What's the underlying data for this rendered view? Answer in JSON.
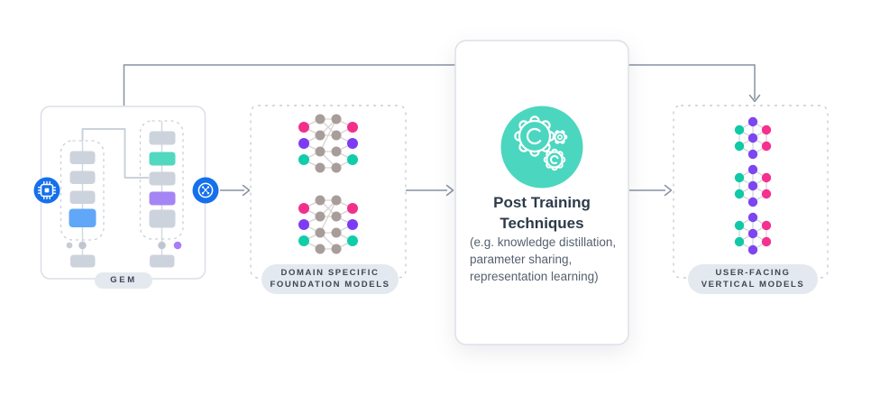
{
  "pipeline": {
    "gem": {
      "label": "GEM",
      "icons": [
        "chip-icon",
        "brain-icon"
      ]
    },
    "domain_specific": {
      "label_lines": [
        "DOMAIN SPECIFIC",
        "FOUNDATION MODELS"
      ],
      "icon": "neural-network-icon",
      "network_count": 2
    },
    "post_training": {
      "title_lines": [
        "Post Training",
        "Techniques"
      ],
      "subtitle_lines": [
        "(e.g. knowledge distillation,",
        "parameter sharing,",
        "representation learning)"
      ],
      "icon": "gears-icon"
    },
    "user_facing": {
      "label_lines": [
        "USER-FACING",
        "VERTICAL MODELS"
      ],
      "icon": "neural-network-icon",
      "network_count": 3
    }
  },
  "colors": {
    "accent_blue": "#1570EB",
    "teal_circle": "#4BD6C0",
    "block_blue": "#60A7F8",
    "block_teal": "#52D8BE",
    "block_purple": "#A585F4",
    "block_gray": "#CDD3DC",
    "node_pink": "#F23089",
    "node_purple": "#7C3BF5",
    "node_teal": "#10CDA9",
    "node_gray": "#A89D9B",
    "flow_line": "#8792A3",
    "pill_bg": "#E4E9EF",
    "pill_text": "#3C4654"
  }
}
